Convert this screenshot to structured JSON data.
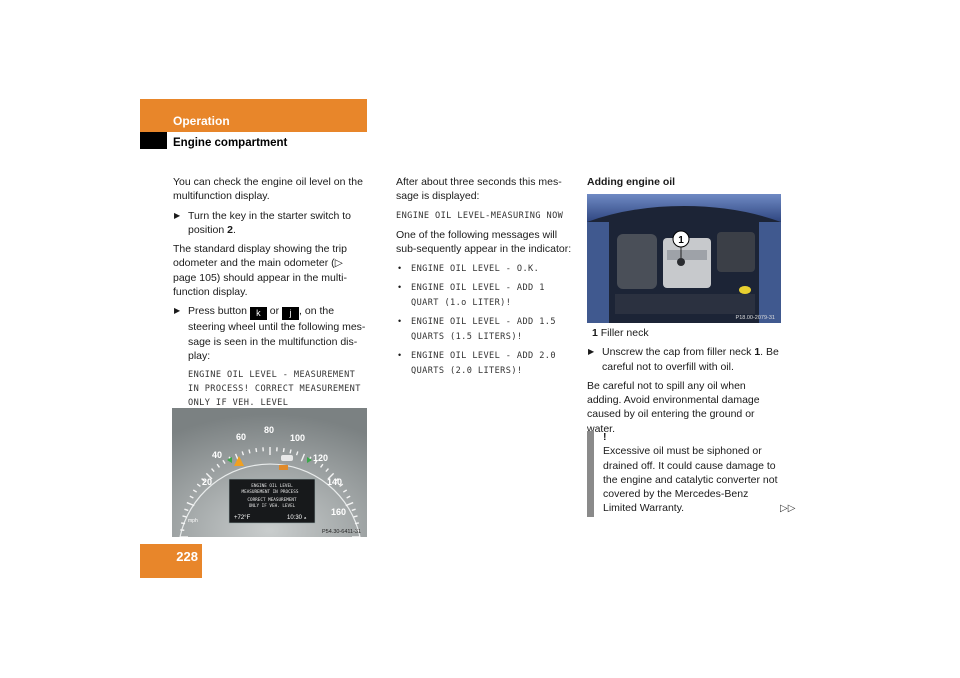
{
  "header": {
    "section": "Operation",
    "subsection": "Engine compartment",
    "page_number": "228"
  },
  "col1": {
    "intro": "You can check the engine oil level on the multifunction display.",
    "step1_a": "Turn the key in the starter switch to position ",
    "step1_b": "2",
    "step1_c": ".",
    "para2": "The standard display showing the trip odometer and the main odometer (",
    "para2_ref": "▷ page 105) should appear in the multi-function display.",
    "step2_a": "Press button ",
    "key1": "k",
    "step2_or": " or ",
    "key2": "j",
    "step2_b": ", on the steering wheel until the following mes-sage is seen in the multifunction dis-play:",
    "display_msg": "ENGINE OIL LEVEL - MEASUREMENT IN PROCESS! CORRECT MEASUREMENT ONLY IF VEH. LEVEL"
  },
  "cluster_image": {
    "speed_labels": [
      "20",
      "40",
      "60",
      "80",
      "100",
      "120",
      "140",
      "160"
    ],
    "unit": "mph",
    "display_lines": [
      "ENGINE OIL LEVEL",
      "MEASUREMENT IN PROCESS",
      "CORRECT MEASUREMENT",
      "ONLY IF VEH. LEVEL"
    ],
    "temp": "+72°F",
    "time": "10:30",
    "time_suffix": "a",
    "code": "P54.30-6411-31"
  },
  "col2": {
    "intro": "After about three seconds this mes-sage is displayed:",
    "measuring_msg": "ENGINE OIL LEVEL-MEASURING NOW",
    "para2": "One of the following messages will sub-sequently appear in the indicator:",
    "messages": [
      "ENGINE OIL LEVEL - O.K.",
      "ENGINE OIL LEVEL - ADD 1 QUART (1.o LITER)!",
      "ENGINE OIL LEVEL - ADD 1.5 QUARTS (1.5 LITERS)!",
      "ENGINE OIL LEVEL - ADD 2.0 QUARTS (2.0 LITERS)!"
    ]
  },
  "col3": {
    "heading": "Adding engine oil",
    "callout": "1",
    "image_code": "P18.00-2079-31",
    "caption_num": "1",
    "caption_text": "Filler neck",
    "step_a": "Unscrew the cap from filler neck ",
    "step_num": "1",
    "step_b": ". Be careful not to overfill with oil.",
    "para": "Be careful not to spill any oil when adding. Avoid environmental damage caused by oil entering the ground or water.",
    "warning_mark": "!",
    "warning_text": "Excessive oil must be siphoned or drained off. It could cause damage to the engine and catalytic converter not covered by the Mercedes-Benz Limited Warranty.",
    "continue_mark": "▷▷"
  },
  "colors": {
    "accent": "#e8862a"
  }
}
